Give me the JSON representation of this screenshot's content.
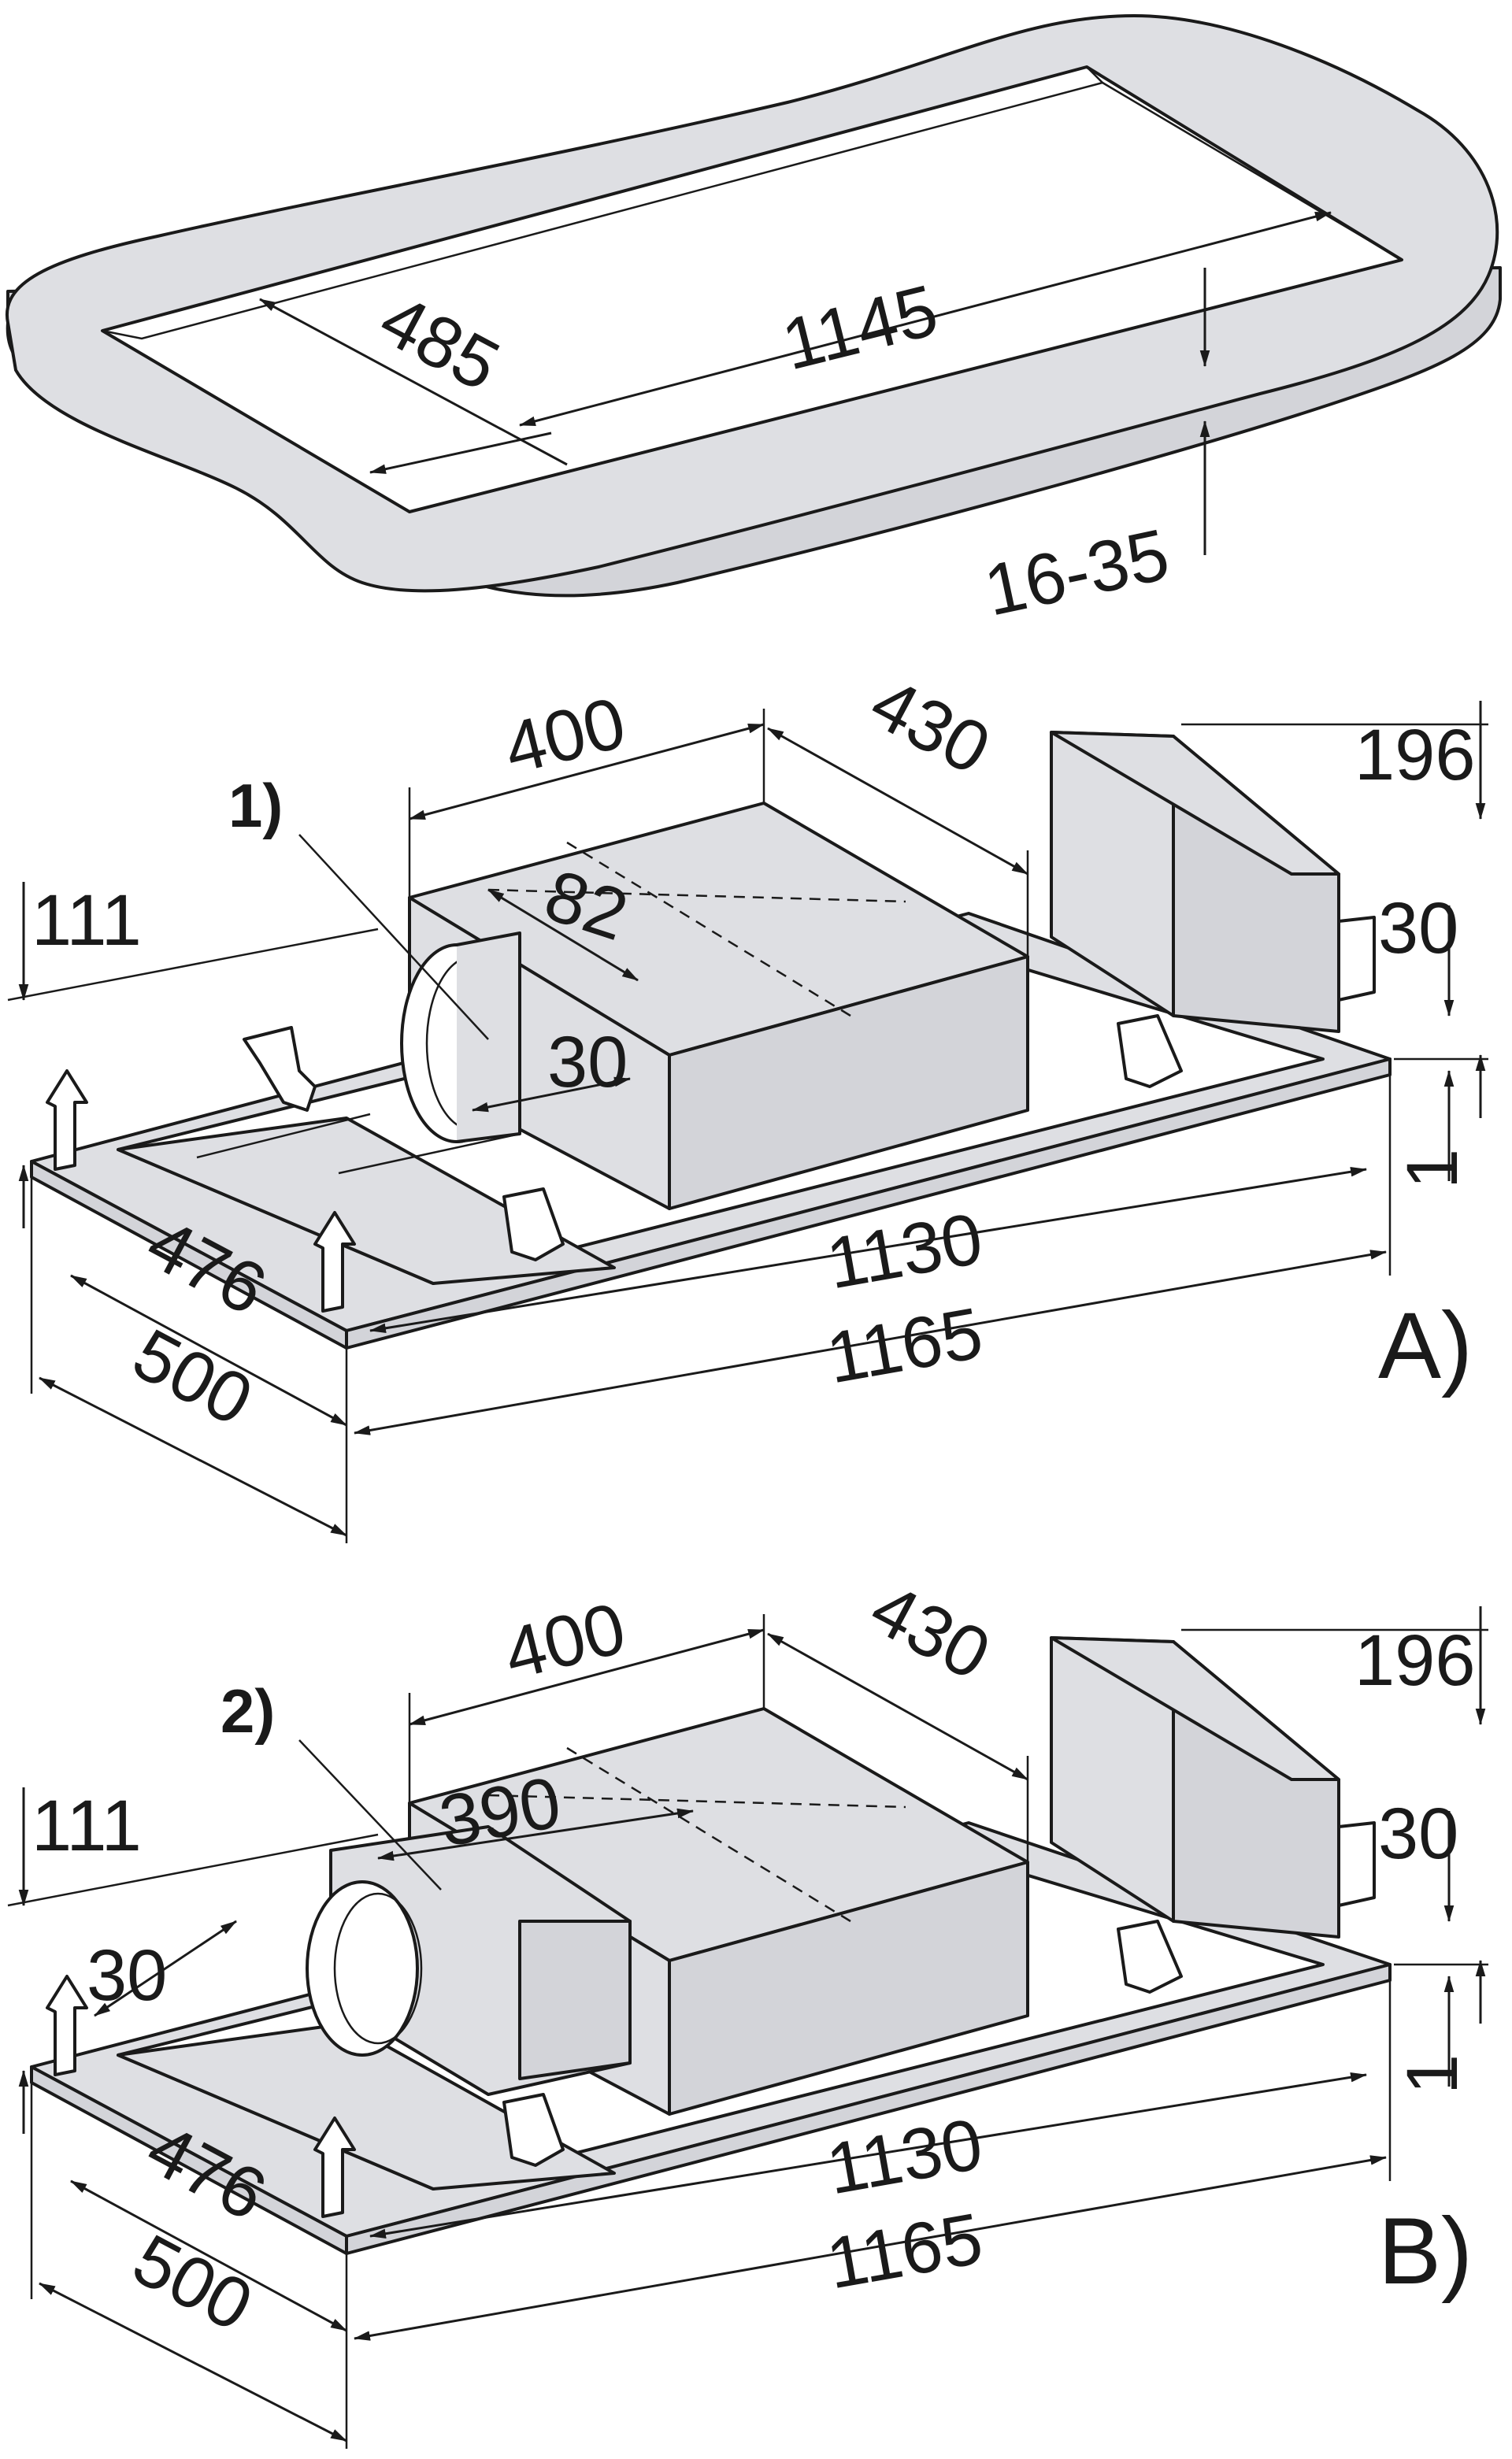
{
  "cutout": {
    "width": "485",
    "length": "1145",
    "thickness": "16-35"
  },
  "variant_a": {
    "label": "A)",
    "callout": "1)",
    "dim_motor_length": "400",
    "dim_motor_depth": "430",
    "dim_height": "196",
    "dim_flange_width": "82",
    "dim_flange_offset": "30",
    "dim_right_offset": "30",
    "dim_left_height": "111",
    "dim_right_height": "1",
    "dim_inner_length": "1130",
    "dim_outer_length": "1165",
    "dim_inner_width": "476",
    "dim_outer_width": "500"
  },
  "variant_b": {
    "label": "B)",
    "callout": "2)",
    "dim_motor_length": "400",
    "dim_motor_depth": "430",
    "dim_height": "196",
    "dim_duct_length": "390",
    "dim_duct_offset": "30",
    "dim_right_offset": "30",
    "dim_left_height": "111",
    "dim_right_height": "1",
    "dim_inner_length": "1130",
    "dim_outer_length": "1165",
    "dim_inner_width": "476",
    "dim_outer_width": "500"
  },
  "colors": {
    "line": "#1a1a1a",
    "panel_fill": "#dedfe3",
    "background": "#ffffff"
  }
}
